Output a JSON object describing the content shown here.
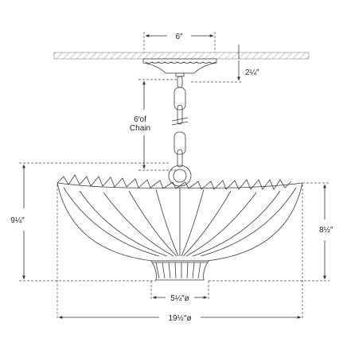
{
  "dimensions": {
    "canopy_width": "6″",
    "canopy_height": "2¼″",
    "chain_length_line1": "6′of",
    "chain_length_line2": "Chain",
    "overall_height": "9¼″",
    "bowl_height": "8½″",
    "base_diameter": "5¼″ø",
    "bowl_diameter": "19½″ø"
  }
}
